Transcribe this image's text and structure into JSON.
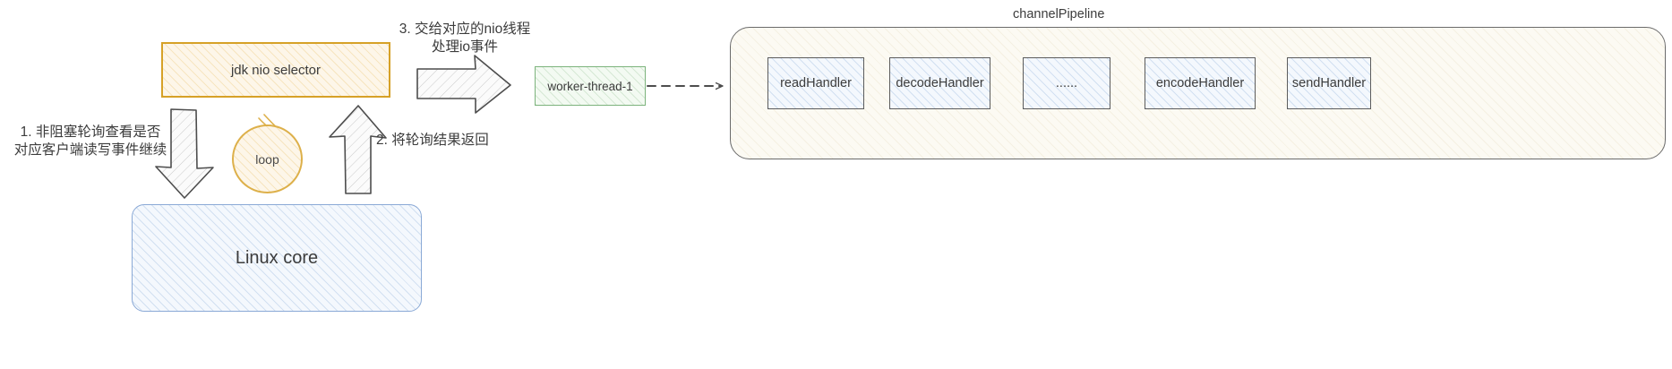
{
  "diagram": {
    "title_note": "Netty NIO event loop and channelPipeline flow",
    "colors": {
      "selector_border": "#d6a127",
      "linux_border": "#8aa9d6",
      "worker_border": "#7cb37c",
      "pipeline_border": "#6b6b6b",
      "handler_border": "#5c5c5c",
      "arrow": "#4d4d4d",
      "text": "#3c3c3c",
      "loop_border": "#ddb04a"
    }
  },
  "selector": {
    "label": "jdk nio selector"
  },
  "linux_core": {
    "label": "Linux core"
  },
  "loop": {
    "label": "loop"
  },
  "worker_thread": {
    "label": "worker-thread-1"
  },
  "pipeline": {
    "title": "channelPipeline",
    "handlers": [
      {
        "label": "readHandler"
      },
      {
        "label": "decodeHandler"
      },
      {
        "label": "......"
      },
      {
        "label": "encodeHandler"
      },
      {
        "label": "sendHandler"
      }
    ]
  },
  "annotations": [
    {
      "id": "step1",
      "text": "1. 非阻塞轮询查看是否\n对应客户端读写事件继续"
    },
    {
      "id": "step2",
      "text": "2. 将轮询结果返回"
    },
    {
      "id": "step3",
      "text": "3. 交给对应的nio线程\n处理io事件"
    }
  ]
}
